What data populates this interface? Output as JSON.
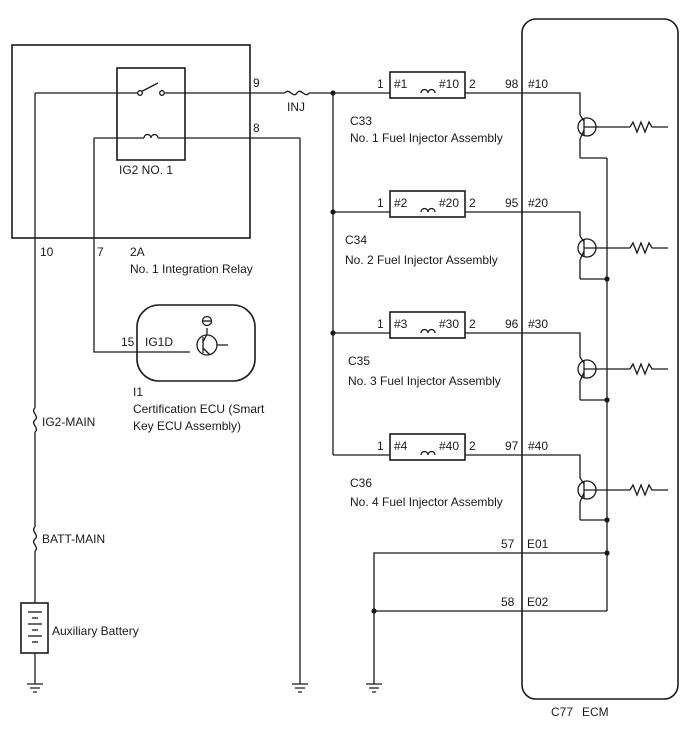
{
  "relay": {
    "pins": {
      "p9": "9",
      "p8": "8",
      "p10": "10",
      "p7": "7"
    },
    "inner_label": "IG2 NO. 1",
    "code": "2A",
    "name": "No. 1 Integration Relay"
  },
  "fuse_inj": "INJ",
  "cert_ecu": {
    "pin": "15",
    "terminal": "IG1D",
    "code": "I1",
    "name_line1": "Certification ECU (Smart",
    "name_line2": "Key ECU Assembly)"
  },
  "fuse_ig2": "IG2-MAIN",
  "fuse_batt": "BATT-MAIN",
  "battery": "Auxiliary Battery",
  "injectors": [
    {
      "pin_in": "1",
      "pin_out": "2",
      "t_in": "#1",
      "t_out": "#10",
      "ecu_pin": "98",
      "ecu_term": "#10",
      "code": "C33",
      "name": "No. 1 Fuel Injector Assembly"
    },
    {
      "pin_in": "1",
      "pin_out": "2",
      "t_in": "#2",
      "t_out": "#20",
      "ecu_pin": "95",
      "ecu_term": "#20",
      "code": "C34",
      "name": "No. 2 Fuel Injector Assembly"
    },
    {
      "pin_in": "1",
      "pin_out": "2",
      "t_in": "#3",
      "t_out": "#30",
      "ecu_pin": "96",
      "ecu_term": "#30",
      "code": "C35",
      "name": "No. 3 Fuel Injector Assembly"
    },
    {
      "pin_in": "1",
      "pin_out": "2",
      "t_in": "#4",
      "t_out": "#40",
      "ecu_pin": "97",
      "ecu_term": "#40",
      "code": "C36",
      "name": "No. 4 Fuel Injector Assembly"
    }
  ],
  "ecm": {
    "gnd1_pin": "57",
    "gnd1_term": "E01",
    "gnd2_pin": "58",
    "gnd2_term": "E02",
    "code": "C77",
    "name": "ECM"
  }
}
